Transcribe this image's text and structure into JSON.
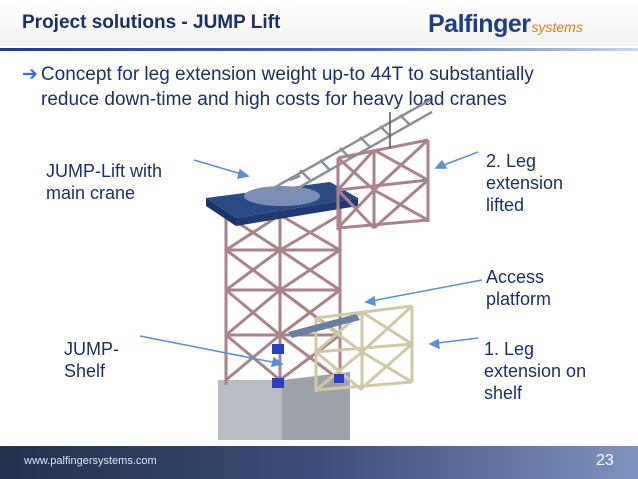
{
  "header": {
    "title": "Project solutions - JUMP Lift",
    "logo_main": "Palfinger",
    "logo_sub": "systems"
  },
  "content": {
    "bullet_arrow": "➔",
    "bullet_line1": "Concept for leg extension weight up-to 44T to substantially",
    "bullet_line2": "reduce down-time and high costs for heavy load cranes"
  },
  "labels": {
    "jump_lift": "JUMP-Lift with\nmain crane",
    "leg_lifted": "2. Leg\nextension\nlifted",
    "access_platform": "Access\nplatform",
    "jump_shelf": "JUMP-\nShelf",
    "leg_on_shelf": "1. Leg\nextension on\nshelf"
  },
  "footer": {
    "url": "www.palfingersystems.com",
    "page_number": "23"
  },
  "colors": {
    "title": "#1b2f6b",
    "accent": "#2f6fd0",
    "footer_bar": "#2e3c61",
    "structure": "#a8838a"
  }
}
